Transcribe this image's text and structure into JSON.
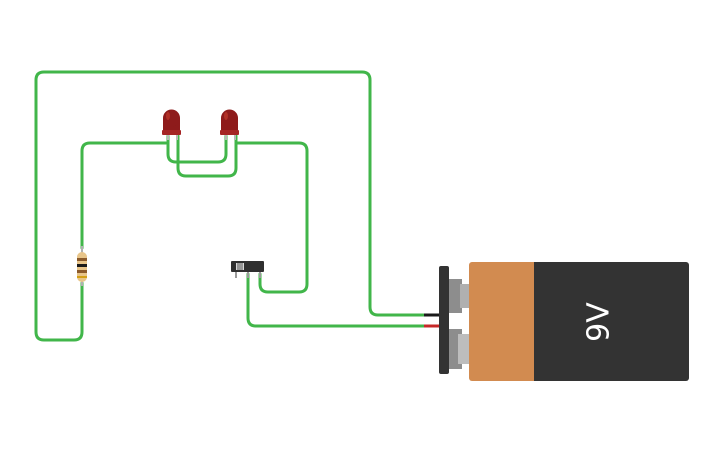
{
  "battery": {
    "voltage_label": "9V",
    "body_color": "#333333",
    "label_color": "#d28b50",
    "terminal_color": "#9e9e9e"
  },
  "colors": {
    "wire": "#41b64a",
    "led": "#8e1b1b",
    "led_highlight": "#c0392b",
    "switch": "#2f2f2f"
  },
  "components": [
    "resistor",
    "led",
    "led",
    "slide-switch",
    "9v-battery"
  ]
}
